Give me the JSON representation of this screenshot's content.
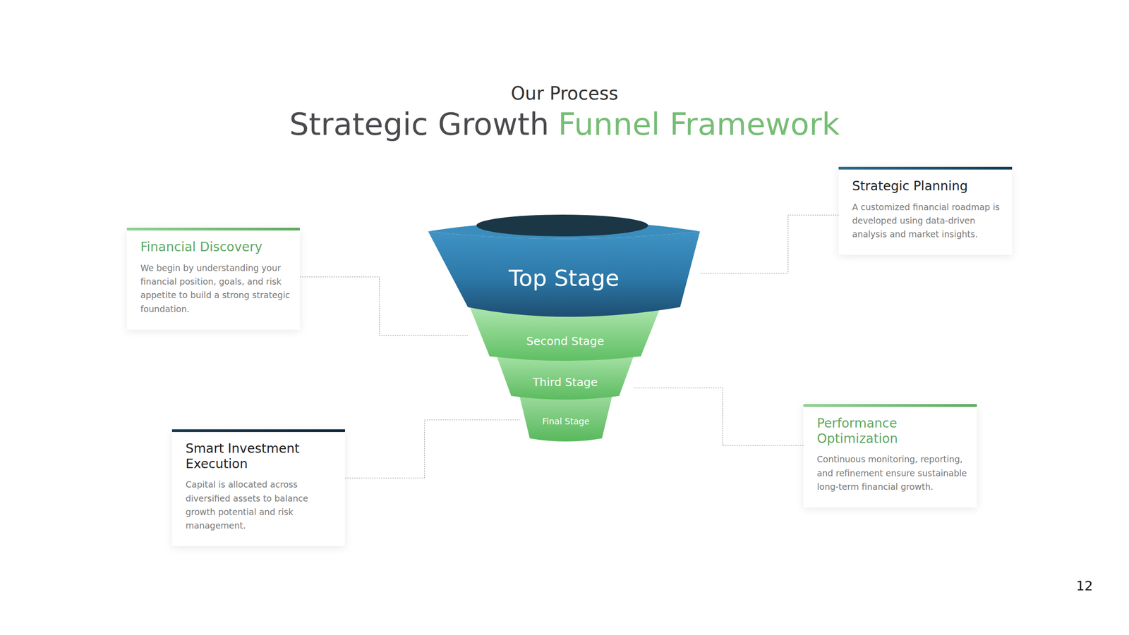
{
  "diagram": {
    "title": "Strategic Growth",
    "nodes": [
      {
        "text": [
          "Financial Discovery",
          "We begin by understanding your financial position, goals, and risk appetite to build a strong strategic foundation."
        ]
      },
      {
        "text": [
          "Strategic Planning",
          "A customized financial roadmap is developed using data-driven analysis and market insights."
        ]
      },
      {
        "text": [
          "Top Stage"
        ]
      },
      {
        "text": [
          "Second Stage"
        ]
      },
      {
        "text": [
          "Third Stage"
        ]
      },
      {
        "text": [
          "Final Stage"
        ]
      },
      {
        "text": [
          "Performance Optimization",
          "Continuous monitoring, reporting, and refinement ensure sustainable long-term financial growth."
        ]
      },
      {
        "text": [
          "Smart Investment Execution",
          "Capital is allocated across diversified assets to balance growth potential and risk management."
        ]
      }
    ],
    "edges": [
      {
        "from": 0,
        "to": 3,
        "arrow": "none"
      },
      {
        "from": 1,
        "to": 2,
        "arrow": "none"
      },
      {
        "from": 6,
        "to": 4,
        "arrow": "none"
      },
      {
        "from": 7,
        "to": 5,
        "arrow": "none"
      }
    ],
    "labels": [
      "Our Process",
      "Funnel Framework",
      "12"
    ]
  }
}
